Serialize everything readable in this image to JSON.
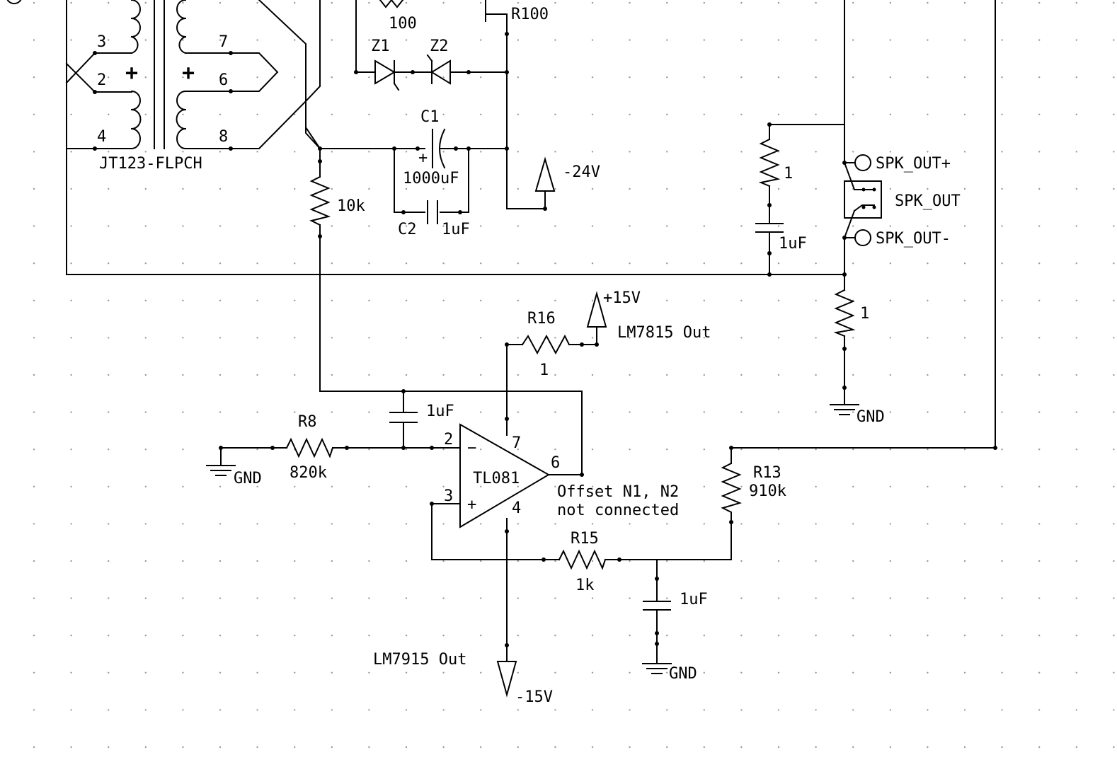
{
  "colors": {
    "background": "#ffffff",
    "wire": "#000000",
    "grid_dot": "#9a9a9a"
  },
  "transformer": {
    "ref": "JT123-FLPCH",
    "pins": [
      "3",
      "2",
      "4",
      "7",
      "6",
      "8"
    ],
    "polarity": "+"
  },
  "components": {
    "r_top": "100",
    "r100": "R100",
    "z1": "Z1",
    "z2": "Z2",
    "c1_ref": "C1",
    "c1_val": "1000uF",
    "c1_pol": "+",
    "c2_ref": "C2",
    "c2_val": "1uF",
    "r_10k": "10k",
    "r_spk": "1",
    "c_spk": "1uF",
    "r_sense": "1",
    "r16_ref": "R16",
    "r16_val": "1",
    "c_fb": "1uF",
    "r8_ref": "R8",
    "r8_val": "820k",
    "r13_ref": "R13",
    "r13_val": "910k",
    "r15_ref": "R15",
    "r15_val": "1k",
    "c_filt": "1uF"
  },
  "opamp": {
    "name": "TL081",
    "pins": [
      "2",
      "3",
      "7",
      "4",
      "6"
    ],
    "inv": "−",
    "noninv": "+",
    "note_line1": "Offset N1, N2",
    "note_line2": "not connected"
  },
  "power": {
    "neg24": "-24V",
    "pos15": "+15V",
    "pos15_src": "LM7815 Out",
    "neg15": "-15V",
    "neg15_src": "LM7915 Out",
    "gnd": "GND"
  },
  "connector": {
    "plus": "SPK_OUT+",
    "name": "SPK_OUT",
    "minus": "SPK_OUT-"
  }
}
